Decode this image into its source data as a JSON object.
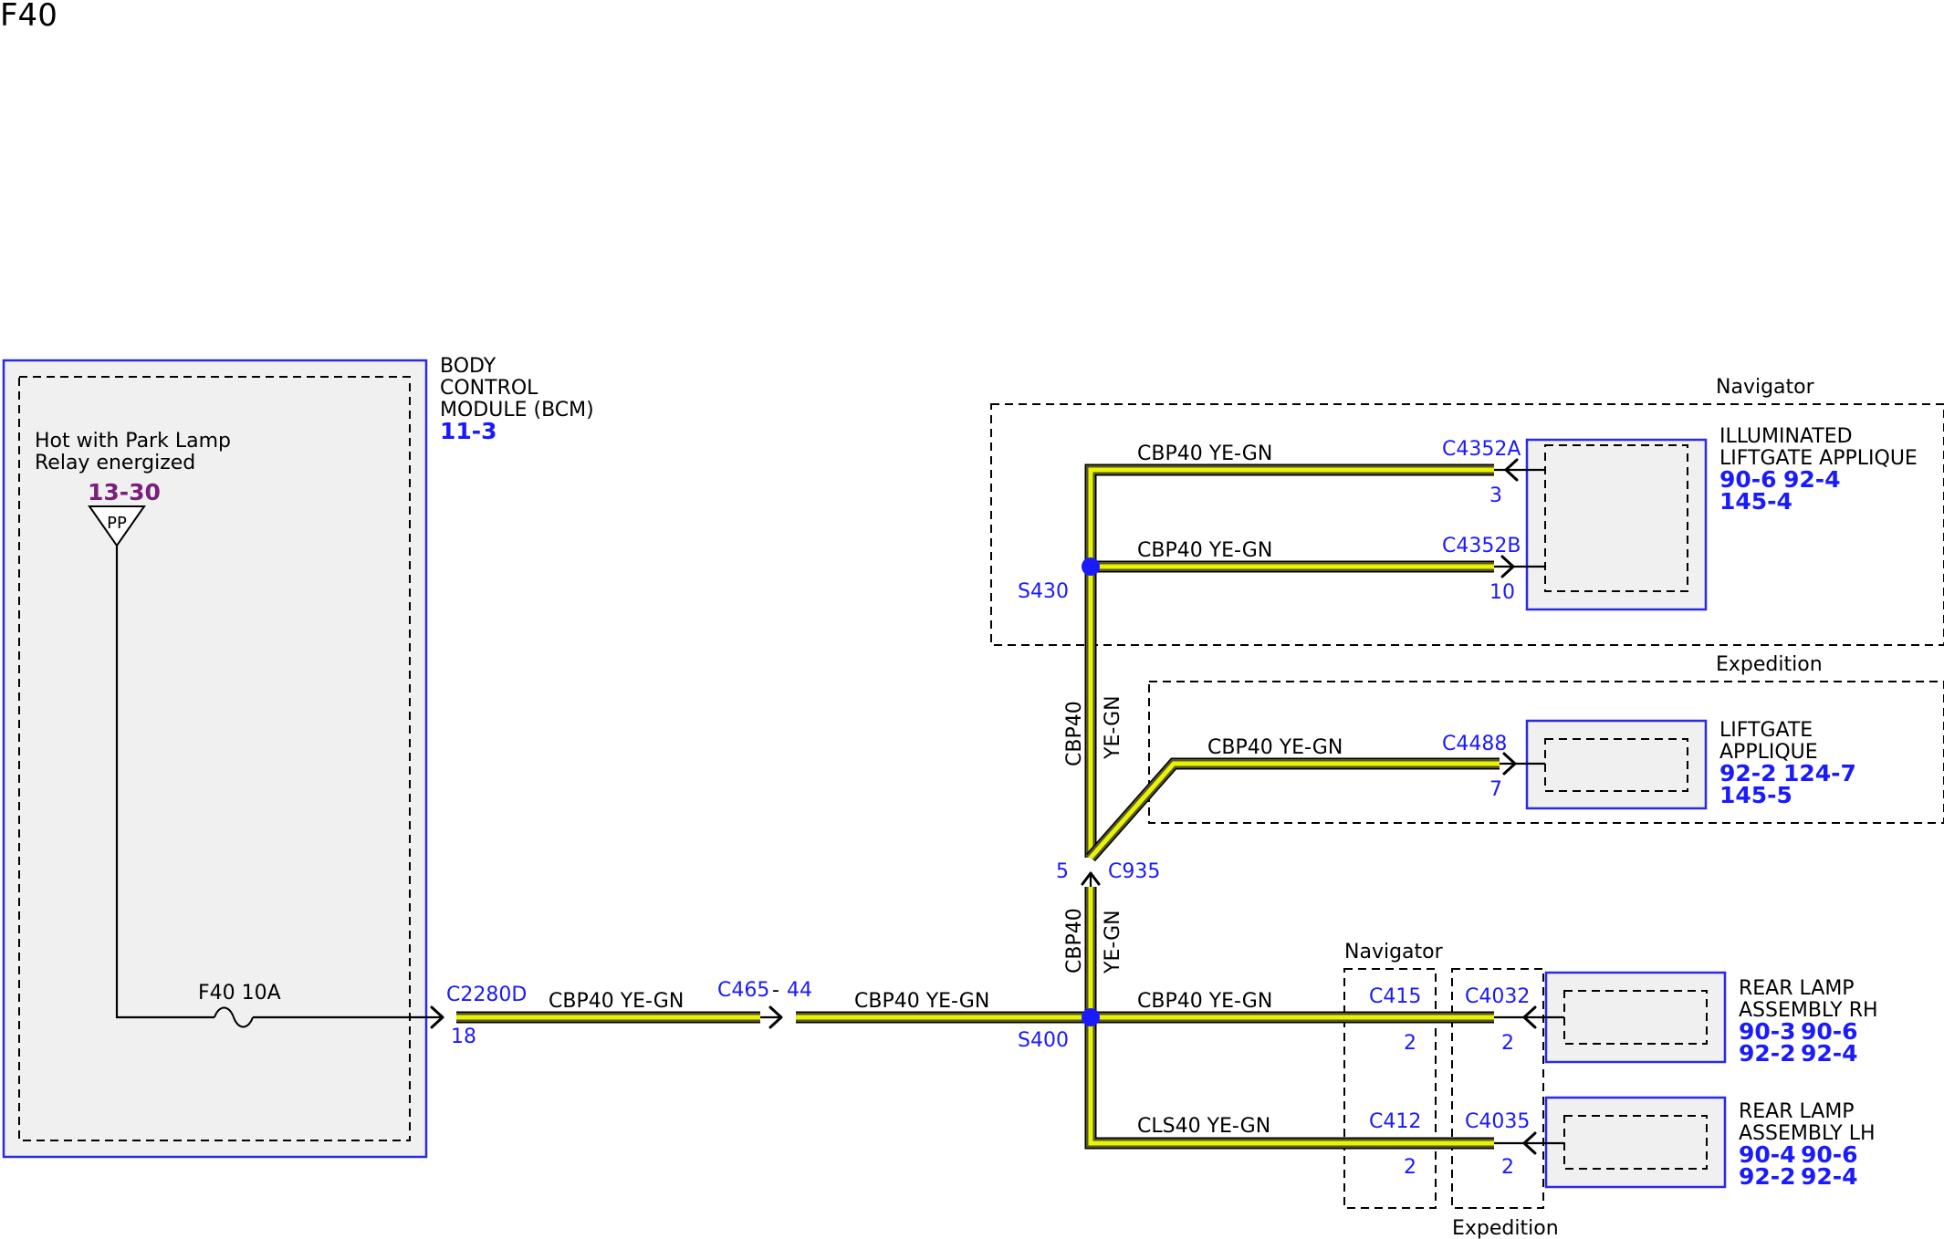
{
  "title": "F40",
  "colors": {
    "connector_text": "#1a1aff",
    "ref_blue": "#1a1aff",
    "ref_purple": "#7a1f7a",
    "module_border": "#2a2ae6",
    "module_fill": "#f0f0f0",
    "splice": "#1a1aff",
    "wire_core": "#e9f500"
  },
  "bcm": {
    "name_line1": "BODY",
    "name_line2": "CONTROL",
    "name_line3": "MODULE (BCM)",
    "ref": "11-3",
    "power_line1": "Hot with Park Lamp",
    "power_line2": "Relay energized",
    "power_ref": "13-30",
    "power_symbol": "PP",
    "fuse_label": "F40  10A",
    "connector": "C2280D",
    "pin": "18"
  },
  "inline": {
    "connector": "C465",
    "separator": "-",
    "pin": "44"
  },
  "wires": {
    "w1": "CBP40  YE-GN",
    "w2": "CBP40  YE-GN",
    "w3": "CBP40  YE-GN",
    "w4": "CLS40  YE-GN",
    "w5": "CBP40  YE-GN",
    "w6": "CBP40  YE-GN",
    "w7": "CBP40  YE-GN",
    "vert_circuit": "CBP40",
    "vert_color": "YE-GN",
    "vert2_circuit": "CBP40",
    "vert2_color": "YE-GN"
  },
  "splices": {
    "s400": "S400",
    "s430": "S430"
  },
  "c935": {
    "connector": "C935",
    "pin": "5"
  },
  "variants": {
    "navigator_top": "Navigator",
    "expedition_mid": "Expedition",
    "navigator_bottom": "Navigator",
    "expedition_bottom": "Expedition"
  },
  "illuminated_applique": {
    "name_line1": "ILLUMINATED",
    "name_line2": "LIFTGATE APPLIQUE",
    "ref_a": "90-6",
    "ref_b": "92-4",
    "ref_c": "145-4",
    "conn_a": "C4352A",
    "pin_a": "3",
    "conn_b": "C4352B",
    "pin_b": "10"
  },
  "liftgate_applique": {
    "name_line1": "LIFTGATE",
    "name_line2": "APPLIQUE",
    "ref_a": "92-2",
    "ref_b": "124-7",
    "ref_c": "145-5",
    "connector": "C4488",
    "pin": "7"
  },
  "rear_lamp_rh": {
    "name_line1": "REAR LAMP",
    "name_line2": "ASSEMBLY RH",
    "ref_a": "90-3",
    "ref_b": "90-6",
    "ref_c": "92-2",
    "ref_d": "92-4",
    "nav_connector": "C415",
    "nav_pin": "2",
    "exp_connector": "C4032",
    "exp_pin": "2"
  },
  "rear_lamp_lh": {
    "name_line1": "REAR LAMP",
    "name_line2": "ASSEMBLY LH",
    "ref_a": "90-4",
    "ref_b": "90-6",
    "ref_c": "92-2",
    "ref_d": "92-4",
    "nav_connector": "C412",
    "nav_pin": "2",
    "exp_connector": "C4035",
    "exp_pin": "2"
  }
}
